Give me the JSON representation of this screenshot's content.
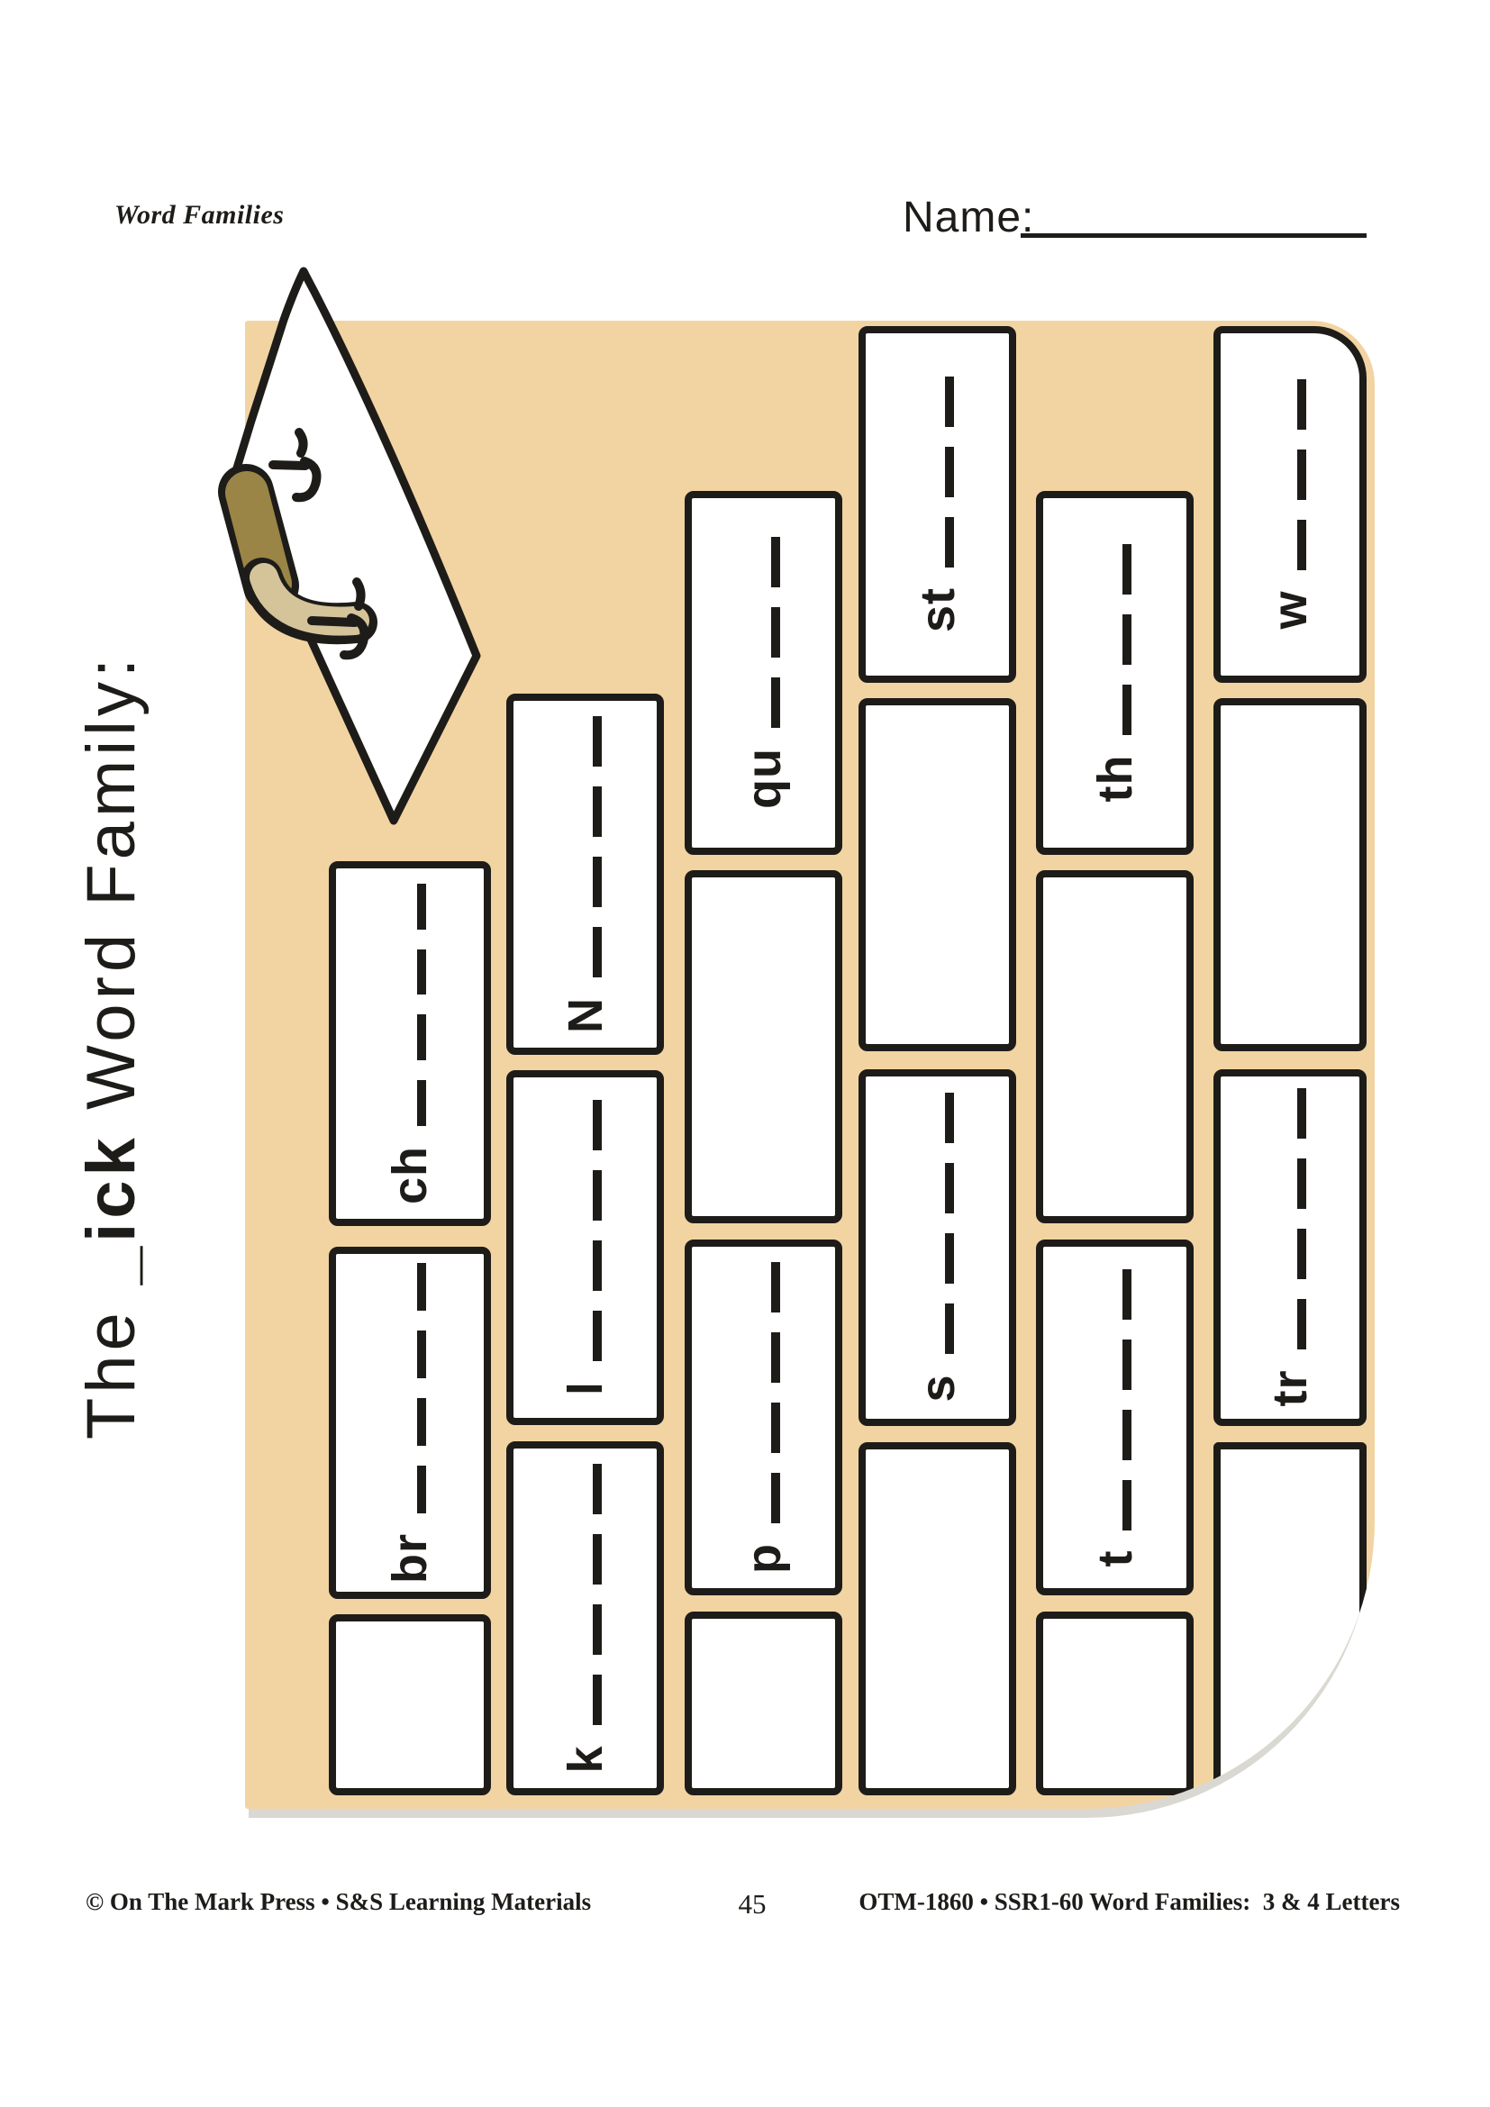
{
  "header": {
    "series": "Word Families",
    "name_label": "Name:"
  },
  "title": {
    "pre": "The ",
    "family": "_ick",
    "post": " Word Family:"
  },
  "wall": {
    "bricks": [
      {
        "col": 1,
        "row": 1,
        "label": "ch",
        "dashes": 4
      },
      {
        "col": 1,
        "row": 2,
        "label": "br",
        "dashes": 4
      },
      {
        "col": 1,
        "row": 3,
        "label": null,
        "dashes": 0
      },
      {
        "col": 2,
        "row": 1,
        "label": "N",
        "dashes": 4
      },
      {
        "col": 2,
        "row": 2,
        "label": "l",
        "dashes": 4
      },
      {
        "col": 2,
        "row": 3,
        "label": "k",
        "dashes": 4
      },
      {
        "col": 3,
        "row": 1,
        "label": "qu",
        "dashes": 3
      },
      {
        "col": 3,
        "row": 2,
        "label": null,
        "dashes": 0
      },
      {
        "col": 3,
        "row": 3,
        "label": "p",
        "dashes": 4
      },
      {
        "col": 3,
        "row": 4,
        "label": null,
        "dashes": 0
      },
      {
        "col": 4,
        "row": 1,
        "label": "st",
        "dashes": 3
      },
      {
        "col": 4,
        "row": 2,
        "label": null,
        "dashes": 0
      },
      {
        "col": 4,
        "row": 3,
        "label": "s",
        "dashes": 4
      },
      {
        "col": 4,
        "row": 4,
        "label": null,
        "dashes": 0
      },
      {
        "col": 5,
        "row": 1,
        "label": "th",
        "dashes": 3
      },
      {
        "col": 5,
        "row": 2,
        "label": null,
        "dashes": 0
      },
      {
        "col": 5,
        "row": 3,
        "label": "t",
        "dashes": 4
      },
      {
        "col": 5,
        "row": 4,
        "label": null,
        "dashes": 0
      },
      {
        "col": 6,
        "row": 1,
        "label": "w",
        "dashes": 3
      },
      {
        "col": 6,
        "row": 2,
        "label": null,
        "dashes": 0
      },
      {
        "col": 6,
        "row": 3,
        "label": "tr",
        "dashes": 4
      },
      {
        "col": 6,
        "row": 4,
        "label": null,
        "dashes": 0
      }
    ]
  },
  "footer": {
    "left": "© On The Mark Press • S&S Learning Materials",
    "page_number": "45",
    "right": "OTM-1860 • SSR1-60 Word Families:  3 & 4 Letters"
  },
  "colors": {
    "wall_tan": "#f2d4a2",
    "brick_white": "#ffffff",
    "outline_black": "#1e1c19",
    "handle_olive": "#9a8546",
    "ferrule_tan": "#d5c49a",
    "shadow_gray": "#d9d8d2"
  }
}
